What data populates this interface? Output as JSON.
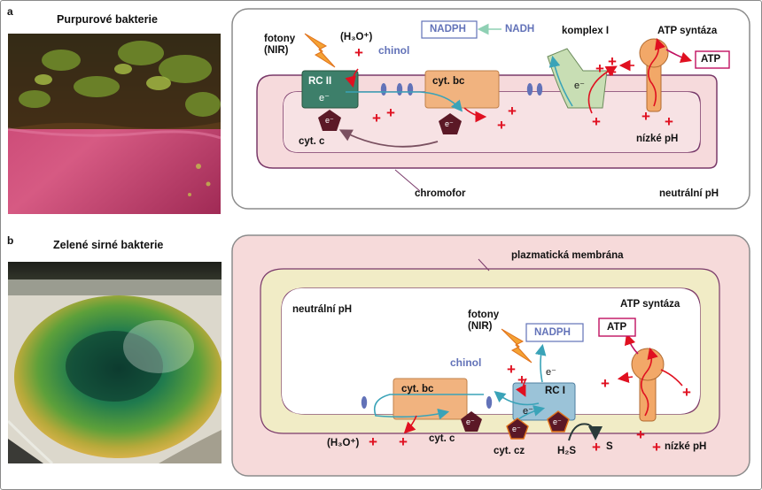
{
  "panel_a": {
    "letter": "a",
    "photo_title": "Purpurové bakterie",
    "photons": [
      "fotony",
      "(NIR)"
    ],
    "h3o_label": "(H₃O⁺)",
    "chinol": "chinol",
    "nadph": "NADPH",
    "nadh": "NADH",
    "komplex": "komplex I",
    "atp_synthase": "ATP syntáza",
    "atp": "ATP",
    "rc": "RC II",
    "cyt_bc": "cyt. bc",
    "cyt_c": "cyt. c",
    "electron": "e⁻",
    "low_ph": "nízké pH",
    "neutral_ph": "neutrální pH",
    "chromophore": "chromofor",
    "plus": "+"
  },
  "panel_b": {
    "letter": "b",
    "photo_title": "Zelené sirné bakterie",
    "membrane": "plazmatická membrána",
    "neutral_ph": "neutrální pH",
    "photons": [
      "fotony",
      "(NIR)"
    ],
    "nadph": "NADPH",
    "atp_synthase": "ATP syntáza",
    "atp": "ATP",
    "chinol": "chinol",
    "cyt_bc": "cyt. bc",
    "rc": "RC I",
    "cyt_c": "cyt. c",
    "cyt_cz": "cyt. cz",
    "h3o_label": "(H₃O⁺)",
    "h2s": "H₂S",
    "s": "S",
    "low_ph": "nízké pH",
    "electron": "e⁻",
    "plus": "+"
  },
  "colors": {
    "membrane_fill": "#f1ecc6",
    "membrane_edge": "#7a3a6a",
    "panel_b_bg": "#f6dada",
    "rc_a": "#3d7f6a",
    "rc_b": "#9bc3d8",
    "cyt_bc": "#f1b37f",
    "quinone": "#6272b8",
    "proton": "#e01020",
    "electron_path": "#3aa3b8",
    "cyt_c": "#5b1826",
    "atp_synthase": "#f2a868",
    "complex": "#c8deb4"
  }
}
